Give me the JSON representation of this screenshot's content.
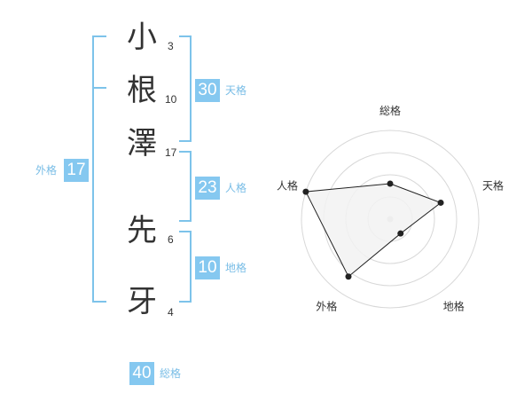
{
  "name_chars": [
    {
      "char": "小",
      "strokes": "3"
    },
    {
      "char": "根",
      "strokes": "10"
    },
    {
      "char": "澤",
      "strokes": "17"
    },
    {
      "char": "先",
      "strokes": "6"
    },
    {
      "char": "牙",
      "strokes": "4"
    }
  ],
  "fortune": {
    "tenkaku": {
      "value": "30",
      "label": "天格"
    },
    "jinkaku": {
      "value": "23",
      "label": "人格"
    },
    "chikaku": {
      "value": "10",
      "label": "地格"
    },
    "gaikaku": {
      "value": "17",
      "label": "外格"
    },
    "soukaku": {
      "value": "40",
      "label": "総格"
    }
  },
  "colors": {
    "accent": "#85c8f0",
    "accent_text": "#79bde6",
    "bracket": "#7dc3ea",
    "radar_fill": "#f2f2f2",
    "radar_stroke": "#222222"
  },
  "chart_data": {
    "type": "radar",
    "axes": [
      "総格",
      "天格",
      "地格",
      "外格",
      "人格"
    ],
    "values": [
      2,
      3,
      1,
      4,
      5
    ],
    "max": 5,
    "rings": 4
  }
}
